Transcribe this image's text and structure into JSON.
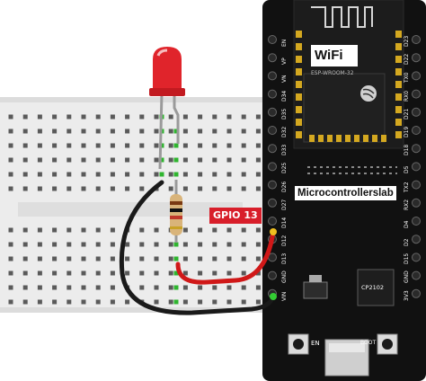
{
  "labels": {
    "gpio": "GPIO 13",
    "brand": "Microcontrollerslab",
    "wifi_logo": "WiFi",
    "module_name": "ESP-WROOM-32",
    "usb_chip": "CP2102",
    "en_button": "EN",
    "boot_button": "BOOT"
  },
  "pins_left": [
    "EN",
    "VP",
    "VN",
    "D34",
    "D35",
    "D32",
    "D33",
    "D25",
    "D26",
    "D27",
    "D14",
    "D12",
    "D13",
    "GND",
    "VIN"
  ],
  "pins_right": [
    "D23",
    "D22",
    "TX0",
    "RX0",
    "D21",
    "D19",
    "D18",
    "D5",
    "TX2",
    "RX2",
    "D4",
    "D2",
    "D15",
    "GND",
    "3V3"
  ],
  "colors": {
    "board": "#111111",
    "breadboard": "#ededed",
    "led": "#e0242b",
    "wire_red": "#d01818",
    "wire_black": "#1a1a1a",
    "label_bg": "#d81e2a"
  }
}
